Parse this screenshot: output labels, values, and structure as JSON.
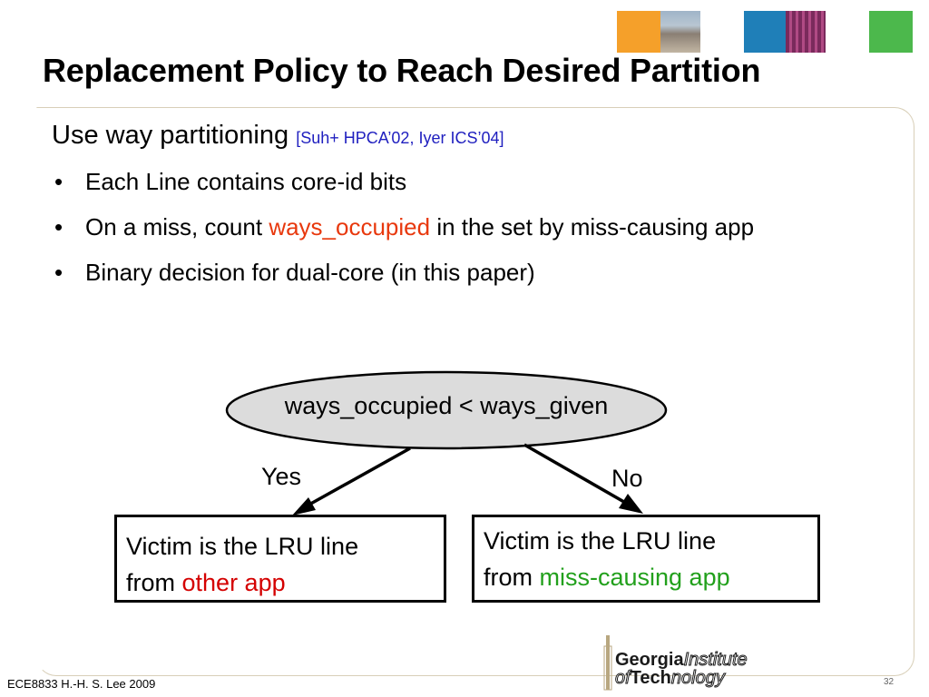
{
  "slide": {
    "title": "Replacement Policy to Reach Desired Partition",
    "heading": "Use way partitioning",
    "citation": "[Suh+ HPCA’02, Iyer ICS’04]",
    "bullets": [
      {
        "pre": "Each Line contains core-id bits",
        "highlight": "",
        "post": ""
      },
      {
        "pre": "On a miss, count ",
        "highlight": "ways_occupied",
        "post": " in the set by miss-causing app"
      },
      {
        "pre": "Binary decision for dual-core (in this paper)",
        "highlight": "",
        "post": ""
      }
    ],
    "bullet_glyph": "•"
  },
  "diagram": {
    "condition": "ways_occupied < ways_given",
    "yes_label": "Yes",
    "no_label": "No",
    "left_box": {
      "line1": "Victim is the LRU line",
      "from": "from ",
      "highlight": "other app"
    },
    "right_box": {
      "line1": "Victim is the LRU line",
      "from": "from ",
      "highlight": "miss-causing app"
    }
  },
  "footer": {
    "course": "ECE8833  H.-H. S. Lee  2009",
    "page_number": "32"
  },
  "logo": {
    "line1_bold": "Georgia",
    "line1_light": "Institute",
    "line2_light_a": "of",
    "line2_bold": "Tech",
    "line2_light_b": "nology"
  },
  "colors": {
    "orange_square": "#f5a02a",
    "blue_square": "#1f7fb8",
    "green_square": "#4cb84c",
    "highlight_red": "#e8380d",
    "highlight_green": "#22a01c",
    "citation_blue": "#1f1fbf",
    "ellipse_fill": "#dcdcdc"
  },
  "icons": [
    "building-photo-icon",
    "circuit-photo-icon"
  ]
}
